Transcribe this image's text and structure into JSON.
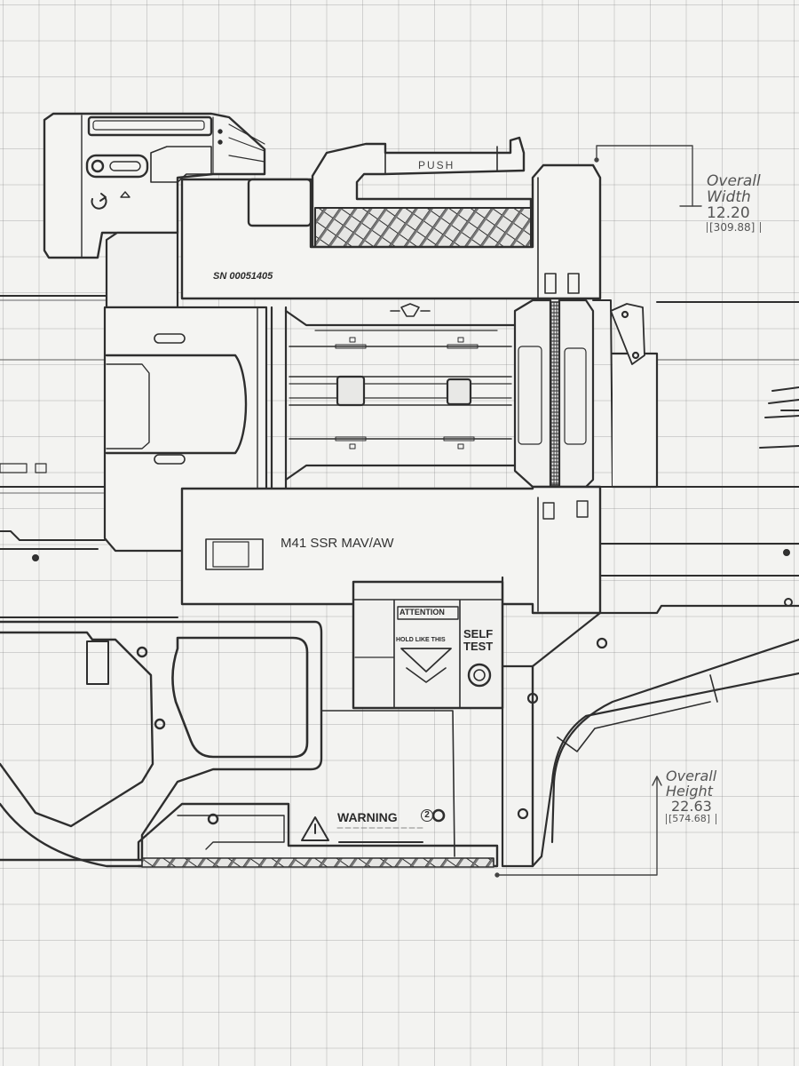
{
  "drawing": {
    "subject": "M41 SSR MAV/AW",
    "paper": "grid",
    "stroke_color": "#2e2e2e",
    "paper_color": "#f3f3f1"
  },
  "labels": {
    "push": "PUSH",
    "serial_number": "SN 00051405",
    "model": "M41 SSR MAV/AW",
    "attention": "ATTENTION",
    "hold_like_this": "HOLD LIKE THIS",
    "self_test_line1": "SELF",
    "self_test_line2": "TEST",
    "warning": "WARNING",
    "warning_number": "2"
  },
  "dimensions": {
    "width": {
      "label_line1": "Overall",
      "label_line2": "Width",
      "value": "12.20",
      "metric": "[309.88]"
    },
    "height": {
      "label_line1": "Overall",
      "label_line2": "Height",
      "value": "22.63",
      "metric": "[574.68]"
    }
  },
  "icons": [
    "rotate-arrow-icon",
    "triangle-marker-icon",
    "warning-triangle-icon",
    "chevron-emblem-icon",
    "screw-icon"
  ]
}
